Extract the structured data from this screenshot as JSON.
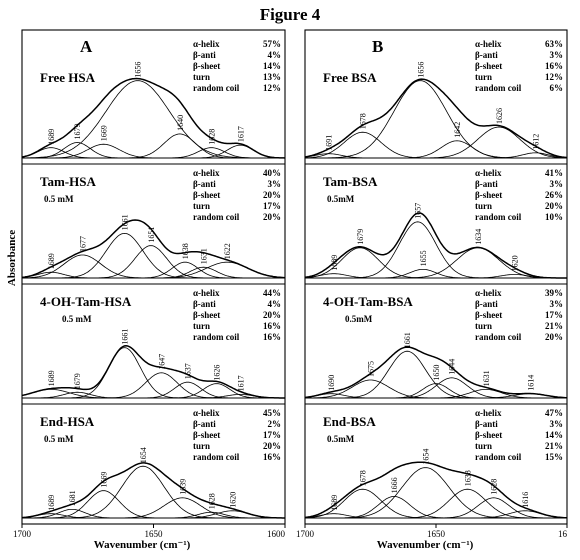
{
  "figure": {
    "title": "Figure 4",
    "ylabel": "Absorbance",
    "xlabel": "Wavenumber (cm⁻¹)"
  },
  "chart_data": [
    {
      "type": "line",
      "column": "A",
      "title": "Free HSA",
      "concentration": "",
      "xlim": [
        1700,
        1600
      ],
      "x_ticks": [
        "1700",
        "1650",
        "1600"
      ],
      "structure_labels": [
        "α-helix",
        "β-anti",
        "β-sheet",
        "turn",
        "random coil"
      ],
      "structure_values": [
        "57%",
        "4%",
        "14%",
        "13%",
        "12%"
      ],
      "components": [
        {
          "center": 1689,
          "height": 0.12,
          "width": 5
        },
        {
          "center": 1679,
          "height": 0.18,
          "width": 5
        },
        {
          "center": 1669,
          "height": 0.16,
          "width": 6
        },
        {
          "center": 1656,
          "height": 0.9,
          "width": 12
        },
        {
          "center": 1640,
          "height": 0.28,
          "width": 6
        },
        {
          "center": 1628,
          "height": 0.12,
          "width": 5
        },
        {
          "center": 1617,
          "height": 0.15,
          "width": 5
        }
      ]
    },
    {
      "type": "line",
      "column": "A",
      "title": "Tam-HSA",
      "concentration": "0.5 mM",
      "xlim": [
        1700,
        1600
      ],
      "x_ticks": [
        "1700",
        "1650",
        "1600"
      ],
      "structure_labels": [
        "α-helix",
        "β-anti",
        "β-sheet",
        "turn",
        "random coil"
      ],
      "structure_values": [
        "40%",
        "3%",
        "20%",
        "17%",
        "20%"
      ],
      "components": [
        {
          "center": 1689,
          "height": 0.08,
          "width": 5
        },
        {
          "center": 1677,
          "height": 0.32,
          "width": 7
        },
        {
          "center": 1661,
          "height": 0.62,
          "width": 7
        },
        {
          "center": 1651,
          "height": 0.45,
          "width": 6
        },
        {
          "center": 1638,
          "height": 0.22,
          "width": 5
        },
        {
          "center": 1631,
          "height": 0.15,
          "width": 5
        },
        {
          "center": 1622,
          "height": 0.22,
          "width": 8
        }
      ]
    },
    {
      "type": "line",
      "column": "A",
      "title": "4-OH-Tam-HSA",
      "concentration": "0.5 mM",
      "xlim": [
        1700,
        1600
      ],
      "x_ticks": [
        "1700",
        "1650",
        "1600"
      ],
      "structure_labels": [
        "α-helix",
        "β-anti",
        "β-sheet",
        "turn",
        "random coil"
      ],
      "structure_values": [
        "44%",
        "4%",
        "20%",
        "16%",
        "16%"
      ],
      "components": [
        {
          "center": 1689,
          "height": 0.12,
          "width": 7
        },
        {
          "center": 1679,
          "height": 0.08,
          "width": 5
        },
        {
          "center": 1661,
          "height": 0.7,
          "width": 6
        },
        {
          "center": 1647,
          "height": 0.35,
          "width": 6
        },
        {
          "center": 1637,
          "height": 0.22,
          "width": 5
        },
        {
          "center": 1626,
          "height": 0.2,
          "width": 5
        },
        {
          "center": 1617,
          "height": 0.05,
          "width": 5
        }
      ]
    },
    {
      "type": "line",
      "column": "A",
      "title": "End-HSA",
      "concentration": "0.5 mM",
      "xlim": [
        1700,
        1600
      ],
      "x_ticks": [
        "1700",
        "1650",
        "1600"
      ],
      "structure_labels": [
        "α-helix",
        "β-anti",
        "β-sheet",
        "turn",
        "random coil"
      ],
      "structure_values": [
        "45%",
        "2%",
        "17%",
        "20%",
        "16%"
      ],
      "components": [
        {
          "center": 1689,
          "height": 0.06,
          "width": 5
        },
        {
          "center": 1681,
          "height": 0.12,
          "width": 5
        },
        {
          "center": 1669,
          "height": 0.38,
          "width": 6
        },
        {
          "center": 1654,
          "height": 0.72,
          "width": 8
        },
        {
          "center": 1639,
          "height": 0.28,
          "width": 7
        },
        {
          "center": 1628,
          "height": 0.08,
          "width": 5
        },
        {
          "center": 1620,
          "height": 0.1,
          "width": 6
        }
      ]
    },
    {
      "type": "line",
      "column": "B",
      "title": "Free BSA",
      "concentration": "",
      "xlim": [
        1700,
        1600
      ],
      "x_ticks": [
        "1700",
        "1650",
        "16"
      ],
      "structure_labels": [
        "α-helix",
        "β-anti",
        "β-sheet",
        "turn",
        "random coil"
      ],
      "structure_values": [
        "63%",
        "3%",
        "16%",
        "12%",
        "6%"
      ],
      "components": [
        {
          "center": 1691,
          "height": 0.05,
          "width": 5
        },
        {
          "center": 1678,
          "height": 0.3,
          "width": 7
        },
        {
          "center": 1656,
          "height": 0.9,
          "width": 10
        },
        {
          "center": 1642,
          "height": 0.2,
          "width": 6
        },
        {
          "center": 1626,
          "height": 0.36,
          "width": 8
        },
        {
          "center": 1612,
          "height": 0.06,
          "width": 5
        }
      ]
    },
    {
      "type": "line",
      "column": "B",
      "title": "Tam-BSA",
      "concentration": "0.5mM",
      "xlim": [
        1700,
        1600
      ],
      "x_ticks": [
        "1700",
        "1650",
        "16"
      ],
      "structure_labels": [
        "α-helix",
        "β-anti",
        "β-sheet",
        "turn",
        "random coil"
      ],
      "structure_values": [
        "41%",
        "3%",
        "26%",
        "20%",
        "10%"
      ],
      "components": [
        {
          "center": 1689,
          "height": 0.06,
          "width": 5
        },
        {
          "center": 1679,
          "height": 0.42,
          "width": 7
        },
        {
          "center": 1657,
          "height": 0.78,
          "width": 7
        },
        {
          "center": 1655,
          "height": 0.12,
          "width": 5
        },
        {
          "center": 1634,
          "height": 0.42,
          "width": 8
        },
        {
          "center": 1620,
          "height": 0.05,
          "width": 5
        }
      ]
    },
    {
      "type": "line",
      "column": "B",
      "title": "4-OH-Tam-BSA",
      "concentration": "0.5mM",
      "xlim": [
        1700,
        1600
      ],
      "x_ticks": [
        "1700",
        "1650",
        "16"
      ],
      "structure_labels": [
        "α-helix",
        "β-anti",
        "β-sheet",
        "turn",
        "random coil"
      ],
      "structure_values": [
        "39%",
        "3%",
        "17%",
        "21%",
        "20%"
      ],
      "components": [
        {
          "center": 1690,
          "height": 0.06,
          "width": 5
        },
        {
          "center": 1675,
          "height": 0.25,
          "width": 7
        },
        {
          "center": 1661,
          "height": 0.65,
          "width": 7
        },
        {
          "center": 1650,
          "height": 0.2,
          "width": 5
        },
        {
          "center": 1644,
          "height": 0.28,
          "width": 6
        },
        {
          "center": 1631,
          "height": 0.12,
          "width": 6
        },
        {
          "center": 1614,
          "height": 0.06,
          "width": 6
        }
      ]
    },
    {
      "type": "line",
      "column": "B",
      "title": "End-BSA",
      "concentration": "0.5mM",
      "xlim": [
        1700,
        1600
      ],
      "x_ticks": [
        "1700",
        "1650",
        "16"
      ],
      "structure_labels": [
        "α-helix",
        "β-anti",
        "β-sheet",
        "turn",
        "random coil"
      ],
      "structure_values": [
        "47%",
        "3%",
        "14%",
        "21%",
        "15%"
      ],
      "components": [
        {
          "center": 1689,
          "height": 0.06,
          "width": 5
        },
        {
          "center": 1678,
          "height": 0.4,
          "width": 7
        },
        {
          "center": 1666,
          "height": 0.3,
          "width": 6
        },
        {
          "center": 1654,
          "height": 0.7,
          "width": 9
        },
        {
          "center": 1638,
          "height": 0.4,
          "width": 7
        },
        {
          "center": 1628,
          "height": 0.28,
          "width": 6
        },
        {
          "center": 1616,
          "height": 0.1,
          "width": 6
        }
      ]
    }
  ]
}
